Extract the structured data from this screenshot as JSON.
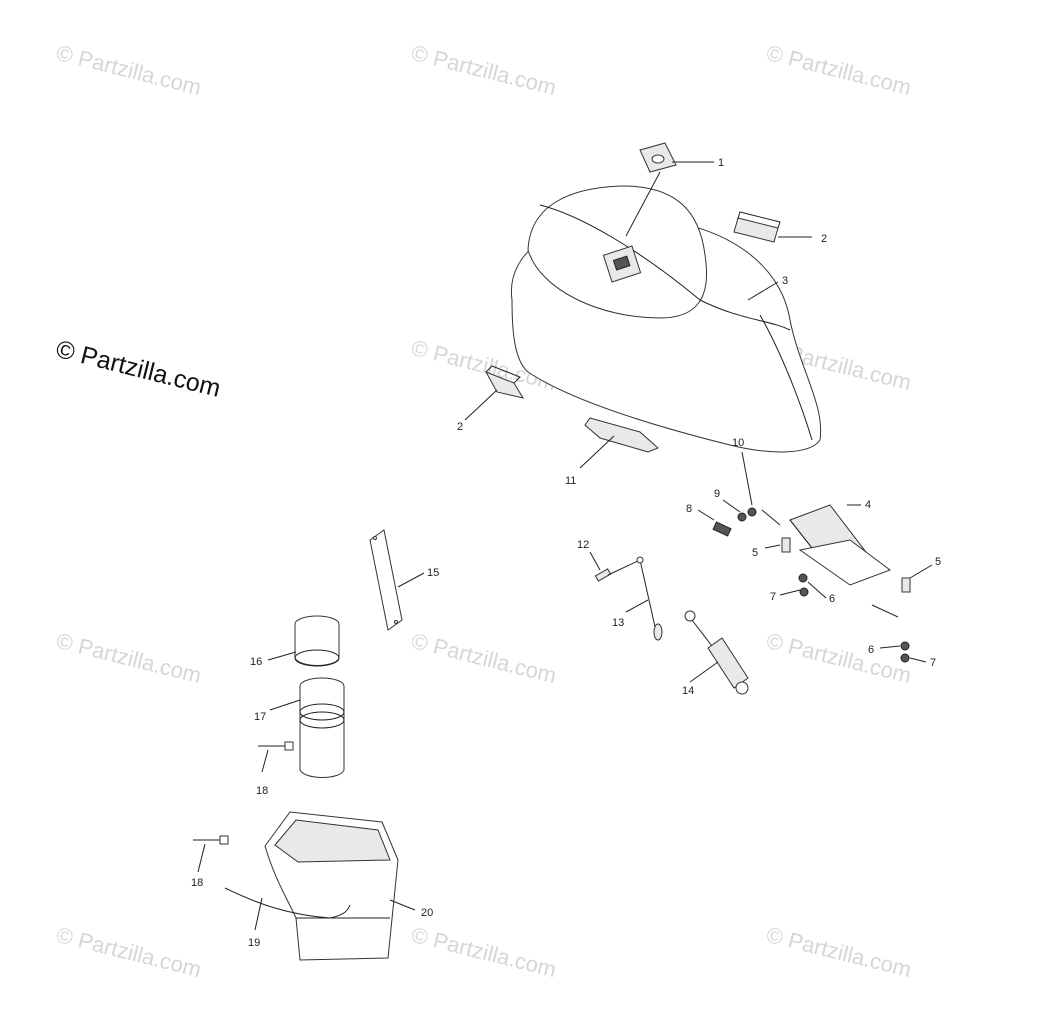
{
  "watermark": "© Partzilla.com",
  "callouts": [
    {
      "id": "c1",
      "label": "1"
    },
    {
      "id": "c2a",
      "label": "2"
    },
    {
      "id": "c2b",
      "label": "2"
    },
    {
      "id": "c3",
      "label": "3"
    },
    {
      "id": "c4",
      "label": "4"
    },
    {
      "id": "c5a",
      "label": "5"
    },
    {
      "id": "c5b",
      "label": "5"
    },
    {
      "id": "c6a",
      "label": "6"
    },
    {
      "id": "c6b",
      "label": "6"
    },
    {
      "id": "c7a",
      "label": "7"
    },
    {
      "id": "c7b",
      "label": "7"
    },
    {
      "id": "c8",
      "label": "8"
    },
    {
      "id": "c9",
      "label": "9"
    },
    {
      "id": "c10",
      "label": "10"
    },
    {
      "id": "c11",
      "label": "11"
    },
    {
      "id": "c12",
      "label": "12"
    },
    {
      "id": "c13",
      "label": "13"
    },
    {
      "id": "c14",
      "label": "14"
    },
    {
      "id": "c15",
      "label": "15"
    },
    {
      "id": "c16",
      "label": "16"
    },
    {
      "id": "c17",
      "label": "17"
    },
    {
      "id": "c18a",
      "label": "18"
    },
    {
      "id": "c18b",
      "label": "18"
    },
    {
      "id": "c19",
      "label": "19"
    },
    {
      "id": "c20",
      "label": "20"
    }
  ]
}
